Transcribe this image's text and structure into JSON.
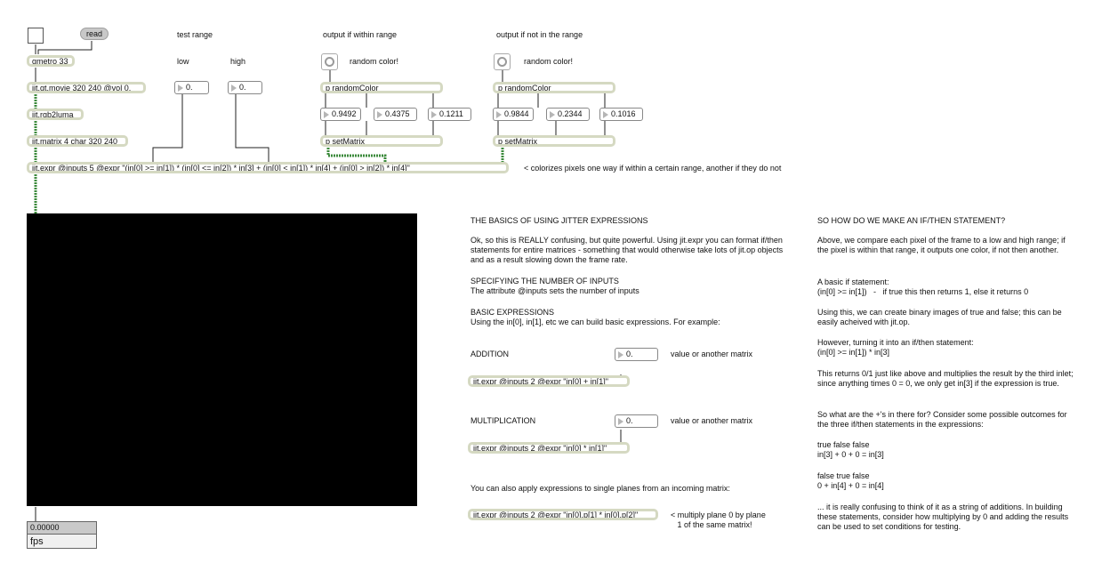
{
  "top_labels": {
    "test_range": "test range",
    "low": "low",
    "high": "high",
    "output_within": "output if within range",
    "output_not": "output if not in the range",
    "random_color_1": "random color!",
    "random_color_2": "random color!"
  },
  "objects": {
    "read": "read",
    "qmetro": "qmetro 33",
    "movie": "jit.qt.movie 320 240 @vol 0.",
    "rgb2luma": "jit.rgb2luma",
    "matrix": "jit.matrix 4 char 320 240",
    "random_color_a": "p randomColor",
    "random_color_b": "p randomColor",
    "set_matrix_a": "p setMatrix",
    "set_matrix_b": "p setMatrix",
    "main_expr": "jit.expr @inputs 5 @expr \"(in[0] >= in[1]) * (in[0] <= in[2]) * in[3] + (in[0] < in[1]) * in[4] + (in[0] > in[2]) * in[4]\"",
    "add_expr": "jit.expr @inputs 2 @expr \"in[0] + in[1]\"",
    "mult_expr": "jit.expr @inputs 2 @expr \"in[0] * in[1]\"",
    "plane_expr": "jit.expr @inputs 2 @expr \"in[0].p[1] * in[0].p[2]\""
  },
  "numbers": {
    "low": "0.",
    "high": "0.",
    "r1": "0.9492",
    "g1": "0.4375",
    "b1": "0.1211",
    "r2": "0.9844",
    "g2": "0.2344",
    "b2": "0.1016",
    "add_in": "0.",
    "mult_in": "0."
  },
  "comments": {
    "colorize": "< colorizes pixels one way if within a certain range, another if they do not",
    "basics_title": "THE BASICS OF USING JITTER EXPRESSIONS",
    "basics_body": "Ok, so this is REALLY confusing, but quite powerful.  Using jit.expr you can format if/then statements for entire matrices - something that would otherwise take lots of jit.op objects and as a result slowing down the frame rate.",
    "inputs_title": "SPECIFYING THE NUMBER OF INPUTS",
    "inputs_body": "The attribute @inputs sets the number of inputs",
    "basic_expr_title": "BASIC EXPRESSIONS",
    "basic_expr_body": "Using the in[0], in[1], etc we can build basic expressions.  For example:",
    "addition": "ADDITION",
    "value_or_matrix_1": "value or another matrix",
    "multiplication": "MULTIPLICATION",
    "value_or_matrix_2": "value or another matrix",
    "planes_intro": "You can also apply expressions to single planes from an incoming matrix:",
    "planes_note": "< multiply plane 0 by plane\n   1 of the same matrix!",
    "ifthen_title": "SO HOW DO WE MAKE AN IF/THEN STATEMENT?",
    "ifthen_p1": "Above, we compare each pixel of the frame to a low and high range; if the pixel is within that range, it outputs one color, if not then another.",
    "ifthen_p2": "A basic if statement:\n(in[0] >= in[1])   -   if true this then returns 1, else it returns 0",
    "ifthen_p3": "Using this, we can create binary images of true and false; this can be easily acheived with jit.op.",
    "ifthen_p4": "However, turning it into an if/then statement:\n(in[0] >= in[1]) * in[3]",
    "ifthen_p5": "This returns 0/1 just like above and multiplies the result by the third inlet; since anything times 0 = 0, we only get in[3] if the expression is true.",
    "ifthen_p6": "So what are the +'s in there for?  Consider some possible outcomes for the three if/then statements in the expressions:",
    "ifthen_p7": "true false false\nin[3] + 0 + 0 = in[3]",
    "ifthen_p8": "false true false\n0 + in[4] + 0 = in[4]",
    "ifthen_p9": "... it is really confusing to think of it as a string of additions.  In building these statements, consider how multiplying by 0 and adding the results can be used to set conditions for testing."
  },
  "fps": {
    "value": "0.00000",
    "label": "fps"
  },
  "colors": {
    "object_border": "#d5d9c2",
    "patch_cord_matrix": "#3b8a3b",
    "video_bg": "#000000"
  }
}
